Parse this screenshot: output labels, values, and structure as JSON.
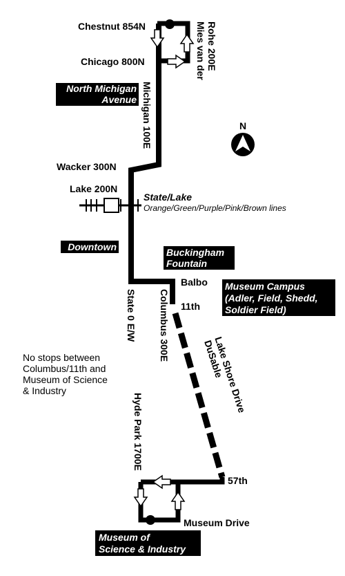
{
  "colors": {
    "route": "#000000",
    "box_bg": "#000000",
    "box_text": "#ffffff",
    "background": "#ffffff"
  },
  "north_arrow": {
    "letter": "N"
  },
  "stops": {
    "chestnut": "Chestnut 854N",
    "chicago": "Chicago 800N",
    "mies": [
      "Mies van der",
      "Rohe 200E"
    ],
    "michigan": "Michigan 100E",
    "wacker": "Wacker 300N",
    "lake": "Lake 200N",
    "state": "State 0 E/W",
    "columbus": "Columbus 300E",
    "balbo": "Balbo",
    "eleventh": "11th",
    "dusable": [
      "DuSable",
      "Lake Shore Drive"
    ],
    "hyde_park": "Hyde Park 1700E",
    "fiftyseventh": "57th",
    "museum_drive": "Museum Drive"
  },
  "transfer": {
    "name": "State/Lake",
    "lines": "Orange/Green/Purple/Pink/Brown lines"
  },
  "areas": {
    "north_michigan": [
      "North Michigan",
      "Avenue"
    ],
    "downtown": "Downtown",
    "buckingham": [
      "Buckingham",
      "Fountain"
    ],
    "museum_campus": [
      "Museum Campus",
      "(Adler, Field, Shedd,",
      "Soldier Field)"
    ],
    "msi": [
      "Museum of",
      "Science & Industry"
    ]
  },
  "note": [
    "No stops between",
    "Columbus/11th and",
    "Museum of Science",
    "& Industry"
  ]
}
